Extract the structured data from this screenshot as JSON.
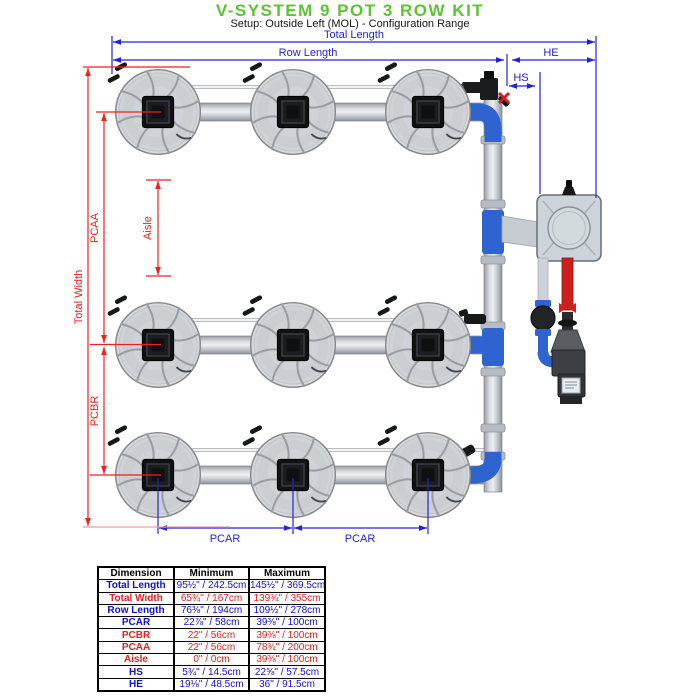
{
  "title": "V-SYSTEM 9 POT 3 ROW KIT",
  "subtitle": "Setup: Outside Left (MOL) - Configuration Range",
  "colors": {
    "title_green": "#5cc433",
    "dimension_blue": "#2323d9",
    "dimension_red": "#ee2020",
    "pipe_blue": "#2f63cf",
    "pipe_red": "#ce1f1f",
    "pot_gray": "#d6d8db"
  },
  "dimensions": {
    "total_length": "Total Length",
    "row_length": "Row Length",
    "he": "HE",
    "hs": "HS",
    "total_width": "Total Width",
    "pcaa": "PCAA",
    "pcbr": "PCBR",
    "aisle": "Aisle",
    "pcar_1": "PCAR",
    "pcar_2": "PCAR"
  },
  "table": {
    "headers": [
      "Dimension",
      "Minimum",
      "Maximum"
    ],
    "rows": [
      {
        "label": "Total Length",
        "min": "95½\" / 242.5cm",
        "max": "145½\" / 369.5cm"
      },
      {
        "label": "Total Width",
        "min": "65¾\" / 167cm",
        "max": "139¾\" / 355cm"
      },
      {
        "label": "Row Length",
        "min": "76⅜\" / 194cm",
        "max": "109½\" / 278cm"
      },
      {
        "label": "PCAR",
        "min": "22⅞\" / 58cm",
        "max": "39⅜\" / 100cm"
      },
      {
        "label": "PCBR",
        "min": "22\" / 56cm",
        "max": "39⅜\" / 100cm"
      },
      {
        "label": "PCAA",
        "min": "22\" / 56cm",
        "max": "78¾\" / 200cm"
      },
      {
        "label": "Aisle",
        "min": "0\" / 0cm",
        "max": "39⅜\" / 100cm"
      },
      {
        "label": "HS",
        "min": "5¾\" / 14.5cm",
        "max": "22⅝\" / 57.5cm"
      },
      {
        "label": "HE",
        "min": "19⅛\" / 48.5cm",
        "max": "36\" / 91.5cm"
      }
    ]
  }
}
